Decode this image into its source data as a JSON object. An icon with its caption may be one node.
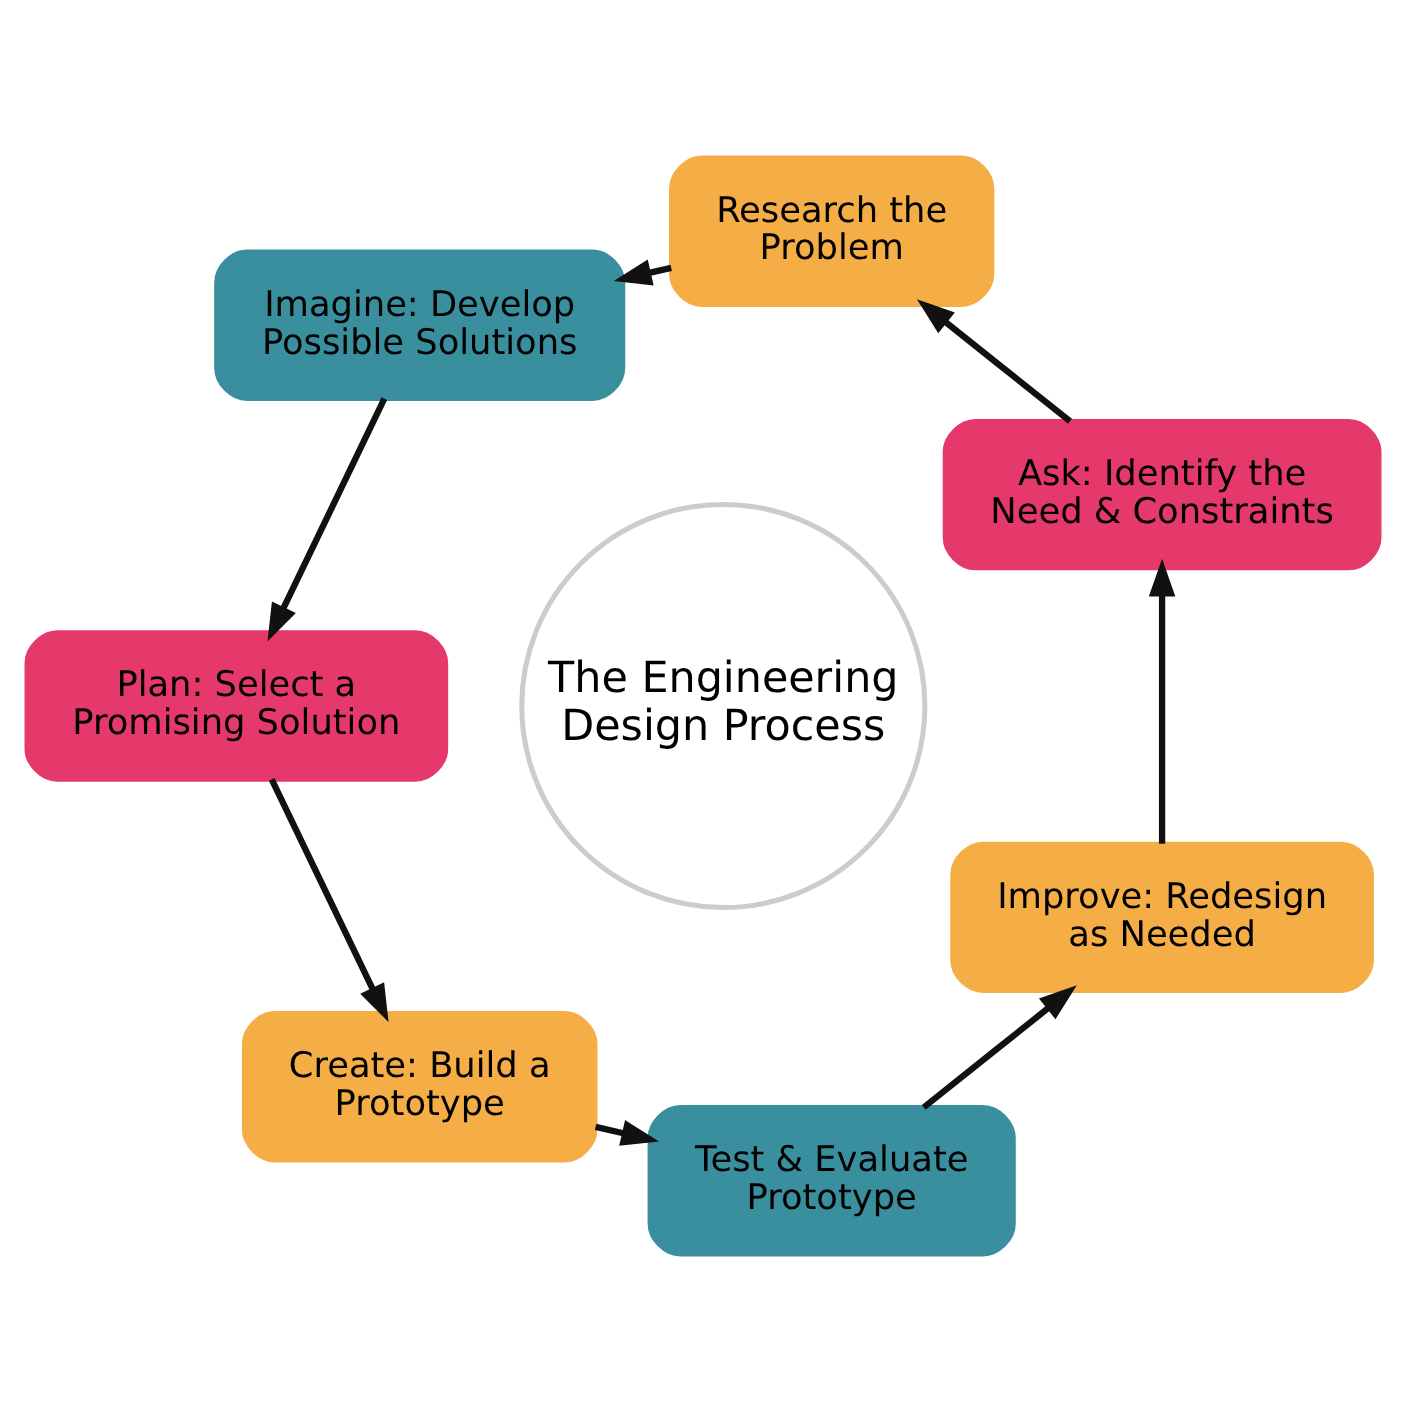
{
  "diagram": {
    "nodes": [
      {
        "text": [
          "The Engineering Design Process"
        ]
      },
      {
        "text": [
          "Ask: Identify the Need & Constraints"
        ]
      },
      {
        "text": [
          "Research the Problem"
        ]
      },
      {
        "text": [
          "Imagine: Develop Possible Solutions"
        ]
      },
      {
        "text": [
          "Plan: Select a Promising Solution"
        ]
      },
      {
        "text": [
          "Create: Build a Prototype"
        ]
      },
      {
        "text": [
          "Test & Evaluate Prototype"
        ]
      },
      {
        "text": [
          "Improve: Redesign as Needed"
        ]
      }
    ],
    "edges": [
      {
        "from": 1,
        "to": 2,
        "arrow": "to"
      },
      {
        "from": 2,
        "to": 3,
        "arrow": "to"
      },
      {
        "from": 3,
        "to": 4,
        "arrow": "to"
      },
      {
        "from": 4,
        "to": 5,
        "arrow": "to"
      },
      {
        "from": 5,
        "to": 6,
        "arrow": "to"
      },
      {
        "from": 6,
        "to": 7,
        "arrow": "to"
      },
      {
        "from": 7,
        "to": 1,
        "arrow": "to"
      }
    ]
  }
}
